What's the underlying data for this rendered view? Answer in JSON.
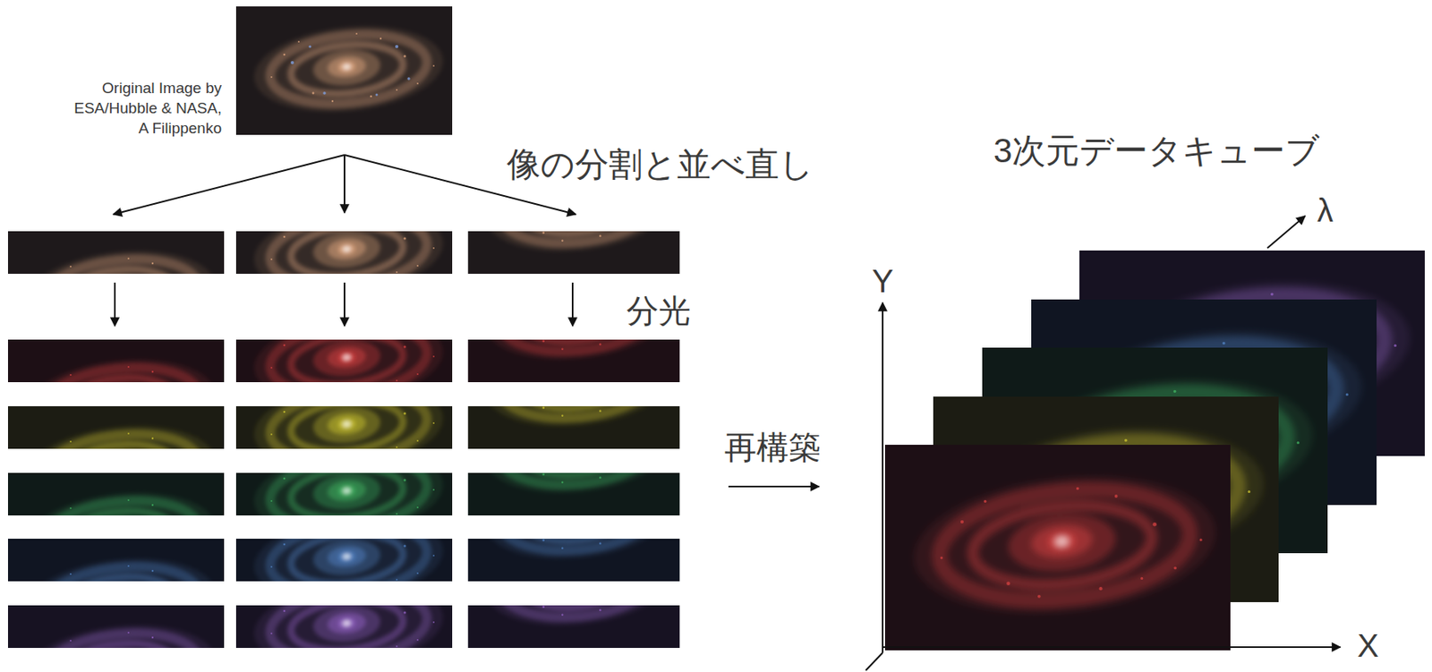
{
  "diagram": {
    "labels": [
      "Original Image by ESA/Hubble & NASA, A Filippenko",
      "像の分割と並べ直し",
      "分光",
      "再構築",
      "3次元データキューブ",
      "λ",
      "Y",
      "X"
    ]
  }
}
